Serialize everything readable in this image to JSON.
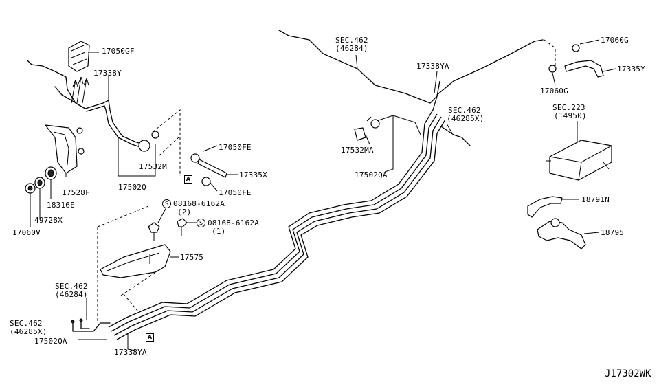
{
  "diagram": {
    "reference_code": "J17302WK",
    "labels": {
      "p17050GF": "17050GF",
      "p17338Y": "17338Y",
      "p17050FE_top": "17050FE",
      "p17335X": "17335X",
      "p17050FE_bot": "17050FE",
      "p17532M": "17532M",
      "p17502Q": "17502Q",
      "p17528F": "17528F",
      "p18316E": "18316E",
      "p49728X": "49728X",
      "p17060V": "17060V",
      "bolt1_code": "08168-6162A",
      "bolt1_qty": "(2)",
      "bolt2_code": "08168-6162A",
      "bolt2_qty": "(1)",
      "p17575": "17575",
      "sec462_a": "SEC.462",
      "sec462_a_ref": "(46284)",
      "sec462_b": "SEC.462",
      "sec462_b_ref": "(46285X)",
      "p17502QA_bot": "17502QA",
      "p17338YA_bot": "17338YA",
      "sec462_c": "SEC.462",
      "sec462_c_ref": "(46284)",
      "p17338YA_top": "17338YA",
      "sec462_d": "SEC.462",
      "sec462_d_ref": "(46285X)",
      "p17532MA": "17532MA",
      "p17502QA_mid": "17502QA",
      "p17060G_top": "17060G",
      "p17335Y": "17335Y",
      "p17060G_bot": "17060G",
      "sec223": "SEC.223",
      "sec223_ref": "(14950)",
      "p18791N": "18791N",
      "p18795": "18795"
    },
    "markers": {
      "box_a": "A",
      "box_a2": "A",
      "circle_s1": "S",
      "circle_s2": "S"
    }
  }
}
